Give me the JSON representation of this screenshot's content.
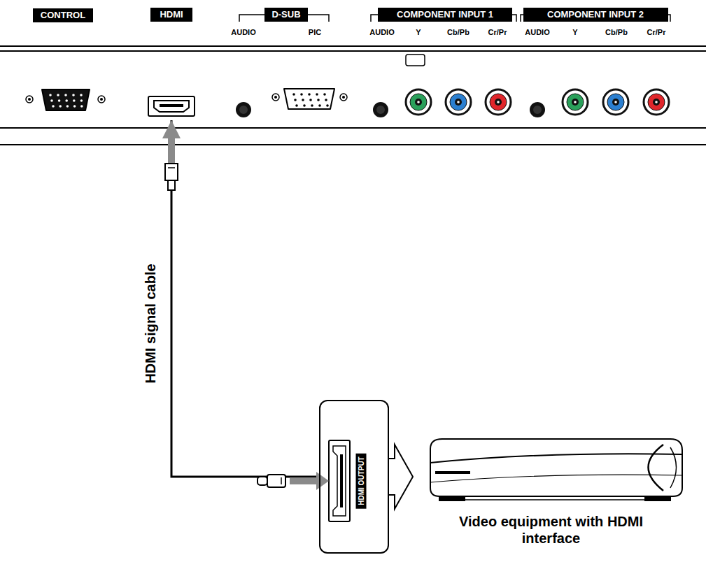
{
  "diagram": {
    "nodes": [
      {
        "text": [
          "HDMI"
        ]
      },
      {
        "text": [
          "HDMI OUTPUT"
        ]
      },
      {
        "text": [
          "Video equipment with HDMI interface"
        ]
      }
    ],
    "edges": [
      {
        "from": 1,
        "to": 0,
        "arrow": "to",
        "label": "HDMI signal cable"
      },
      {
        "from": 1,
        "to": 2,
        "arrow": "to"
      }
    ],
    "labels": [
      "CONTROL",
      "D-SUB",
      "AUDIO",
      "PIC",
      "COMPONENT INPUT 1",
      "AUDIO",
      "Y",
      "Cb/Pb",
      "Cr/Pr",
      "COMPONENT INPUT 2",
      "AUDIO",
      "Y",
      "Cb/Pb",
      "Cr/Pr"
    ]
  }
}
